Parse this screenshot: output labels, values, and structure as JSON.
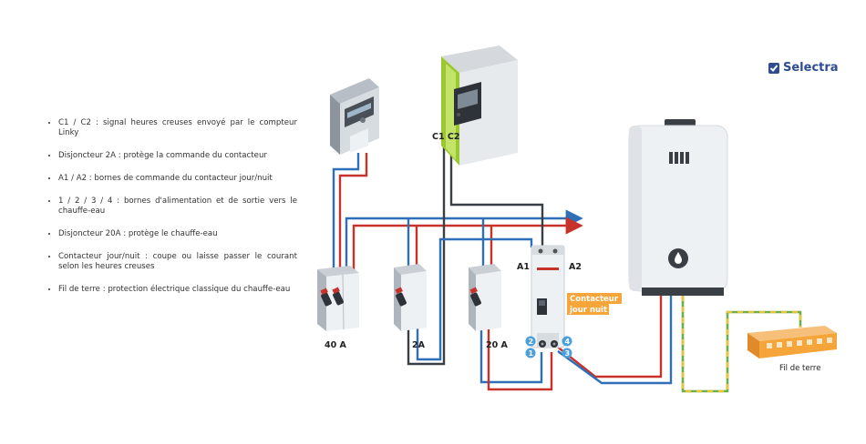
{
  "brand": {
    "name": "Selectra"
  },
  "legend": {
    "items": [
      "C1 / C2 : signal heures creuses envoyé par le compteur Linky",
      "Disjoncteur 2A : protège la commande du contacteur",
      "A1 / A2 : bornes de commande du contacteur jour/nuit",
      "1 / 2 / 3 / 4 : bornes d'alimentation et de sortie vers le chauffe-eau",
      "Disjoncteur 20A : protège le chauffe-eau",
      "Contacteur jour/nuit : coupe ou laisse passer le courant selon les heures creuses",
      "Fil de terre : protection électrique classique du chauffe-eau"
    ]
  },
  "diagram": {
    "linky_label": "C1 C2",
    "breaker_40": "40 A",
    "breaker_2": "2A",
    "breaker_20": "20 A",
    "a1": "A1",
    "a2": "A2",
    "contactor_line1": "Contacteur",
    "contactor_line2": "jour nuit",
    "t1": "1",
    "t2": "2",
    "t3": "3",
    "t4": "4",
    "ground_label": "Fil de terre"
  },
  "colors": {
    "phase": "#c7322b",
    "neutral": "#2f6fb8",
    "control": "#3a3f46",
    "ground_green": "#6ab04c",
    "ground_yellow": "#e8c43a",
    "accent_orange": "#f5a53a",
    "brand_blue": "#2f4b91"
  }
}
